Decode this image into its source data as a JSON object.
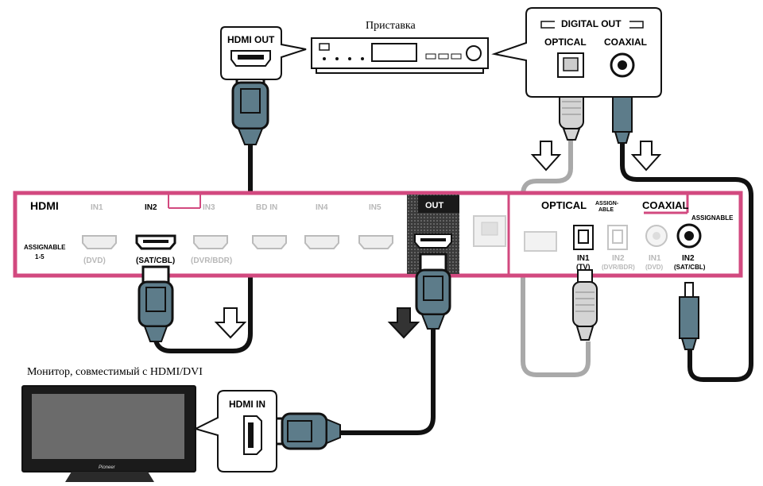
{
  "labels": {
    "set_top_box": "Приставка",
    "monitor": "Монитор, совместимый с HDMI/DVI",
    "hdmi_out": "HDMI OUT",
    "hdmi_in": "HDMI IN",
    "digital_out": "DIGITAL OUT",
    "optical": "OPTICAL",
    "coaxial": "COAXIAL",
    "monitor_brand": "Pioneer"
  },
  "panel": {
    "hdmi": "HDMI",
    "assignable_1": "ASSIGNABLE",
    "assignable_2": "1-5",
    "in1": "IN1",
    "in2": "IN2",
    "in3": "IN3",
    "bdin": "BD IN",
    "in4": "IN4",
    "in5": "IN5",
    "out": "OUT",
    "dvd": "(DVD)",
    "satcbl": "(SAT/CBL)",
    "dvrbdr": "(DVR/BDR)",
    "optical": "OPTICAL",
    "assign_1": "ASSIGN-",
    "assign_2": "ABLE",
    "coaxial": "COAXIAL",
    "assignable": "ASSIGNABLE",
    "opt_in1": "IN1",
    "opt_in1_sub": "(TV)",
    "opt_in2": "IN2",
    "opt_in2_sub": "(DVR/BDR)",
    "coax_in1": "IN1",
    "coax_in1_sub": "(DVD)",
    "coax_in2": "IN2",
    "coax_in2_sub": "(SAT/CBL)"
  },
  "colors": {
    "panel_border": "#d2497f",
    "cable_dark": "#111111",
    "cable_grey": "#a9a9a9",
    "plug_fill": "#5d7c8a",
    "plug_grey": "#d4d4d4"
  }
}
